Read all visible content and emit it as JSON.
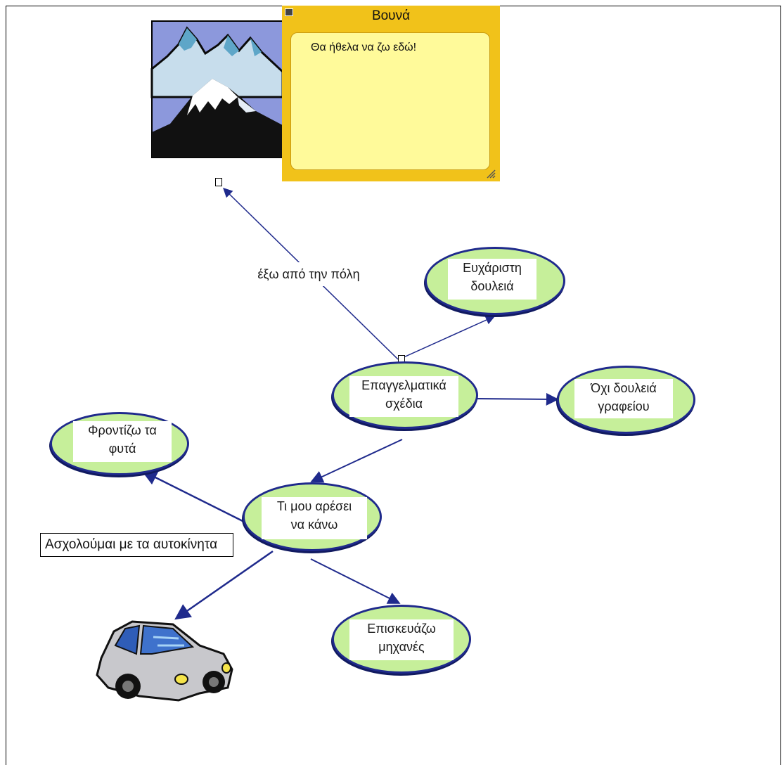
{
  "nodes": {
    "career_plans": "Επαγγελματικά\nσχέδια",
    "pleasant_job": "Ευχάριστη\nδουλειά",
    "no_office_job": "Όχι δουλειά\nγραφείου",
    "what_i_like": "Τι μου αρέσει\nνα κάνω",
    "plants": "Φροντίζω τα\nφυτά",
    "repair_machines": "Επισκευάζω\nμηχανές"
  },
  "link_label": "έξω από την πόλη",
  "note": {
    "title": "Βουνά",
    "text": "Θα ήθελα να ζω εδώ!"
  },
  "car_caption": "Ασχολούμαι με τα αυτοκίνητα",
  "icons": {
    "mountains": "mountains-clipart",
    "car": "car-clipart",
    "note_grip": "resize-grip-icon"
  },
  "colors": {
    "node_fill": "#c6ef9a",
    "node_border": "#1f2a8c",
    "connector": "#1f2a8c",
    "note_bg": "#f1c21a",
    "note_body": "#fffa9a"
  }
}
